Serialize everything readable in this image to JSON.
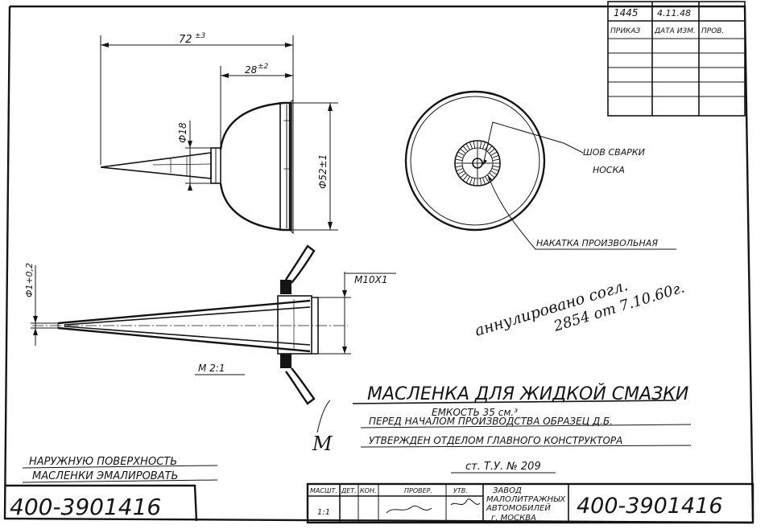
{
  "revision_table": {
    "order_no": "1445",
    "change_date": "4.11.48",
    "headers": [
      "ПРИКАЗ",
      "ДАТА ИЗМ.",
      "ПРОВ."
    ]
  },
  "dimensions": {
    "overall_length": "72",
    "overall_length_tol": "±3",
    "bulb_length": "28",
    "bulb_length_tol": "±2",
    "neck_diameter": "Ф18",
    "body_diameter": "Ф52±1",
    "tip_diameter": "Ф1+0,2",
    "thread": "М10Х1",
    "scale_detail": "М 2:1"
  },
  "callouts": {
    "weld_seam_line1": "ШОВ СВАРКИ",
    "weld_seam_line2": "НОСКА",
    "knurl": "НАКАТКА ПРОИЗВОЛЬНАЯ"
  },
  "handwritten": {
    "note_line1": "аннулировано согл.",
    "note_line2": "2854 от 7.10.60г.",
    "initial": "М"
  },
  "title_block": {
    "title": "МАСЛЕНКА ДЛЯ ЖИДКОЙ СМАЗКИ",
    "capacity": "ЕМКОСТЬ 35 см.³",
    "prod_note": "ПЕРЕД НАЧАЛОМ ПРОИЗВОДСТВА ОБРАЗЕЦ Д.Б.",
    "approval": "УТВЕРЖДЕН ОТДЕЛОМ ГЛАВНОГО КОНСТРУКТОРА",
    "standard": "ст. Т.У. № 209",
    "surface_line1": "НАРУЖНУЮ ПОВЕРХНОСТЬ",
    "surface_line2": "МАСЛЕНКИ ЭМАЛИРОВАТЬ",
    "drawing_no": "400-3901416",
    "headers": [
      "МАСШТ.",
      "ДЕТ.",
      "КОН.",
      "ПРОВЕР.",
      "УТВ."
    ],
    "scale": "1:1",
    "factory_line1": "ЗАВОД",
    "factory_line2": "МАЛОЛИТРАЖНЫХ",
    "factory_line3": "АВТОМОБИЛЕЙ",
    "factory_line4": "г. МОСКВА"
  }
}
